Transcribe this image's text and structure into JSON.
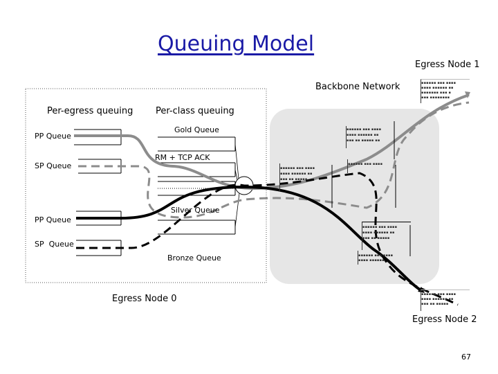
{
  "title": "Queuing Model",
  "labels": {
    "egress_node_1": "Egress Node 1",
    "backbone_network": "Backbone Network",
    "per_egress_queuing": "Per-egress queuing",
    "per_class_queuing": "Per-class queuing",
    "gold_queue": "Gold Queue",
    "pp_queue_top": "PP Queue",
    "rm_tcp_ack": "RM + TCP ACK",
    "sp_queue_top": "SP Queue",
    "silver_queue": "Silver Queue",
    "pp_queue_bottom": "PP Queue",
    "sp_queue_bottom": "SP  Queue",
    "bronze_queue": "Bronze Queue",
    "egress_node_0": "Egress Node 0",
    "egress_node_2": "Egress Node 2"
  },
  "page_number": "67",
  "colors": {
    "title": "#1a1aa6",
    "gray_flow": "#8c8c8c",
    "black_flow": "#000000",
    "network_bg": "#e6e6e6"
  }
}
